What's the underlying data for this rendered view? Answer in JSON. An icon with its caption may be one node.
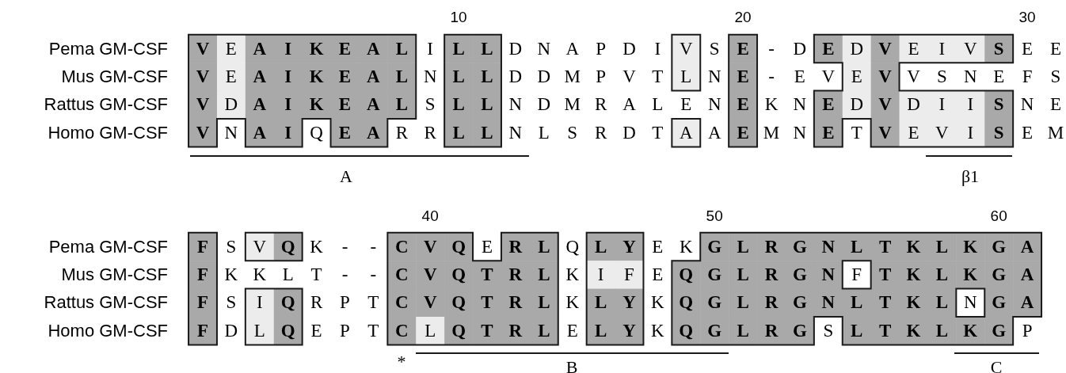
{
  "diagram": {
    "labels": [
      "10",
      "20",
      "30",
      "Pema GM-CSF",
      "V",
      "E",
      "A",
      "I",
      "K",
      "E",
      "A",
      "L",
      "I",
      "L",
      "L",
      "D",
      "N",
      "A",
      "P",
      "D",
      "I",
      "V",
      "S",
      "E",
      "-",
      "D",
      "E",
      "D",
      "V",
      "E",
      "I",
      "V",
      "S",
      "E",
      "E",
      "Mus GM-CSF",
      "V",
      "E",
      "A",
      "I",
      "K",
      "E",
      "A",
      "L",
      "N",
      "L",
      "L",
      "D",
      "D",
      "M",
      "P",
      "V",
      "T",
      "L",
      "N",
      "E",
      "-",
      "E",
      "V",
      "E",
      "V",
      "V",
      "S",
      "N",
      "E",
      "F",
      "S",
      "Rattus GM-CSF",
      "V",
      "D",
      "A",
      "I",
      "K",
      "E",
      "A",
      "L",
      "S",
      "L",
      "L",
      "N",
      "D",
      "M",
      "R",
      "A",
      "L",
      "E",
      "N",
      "E",
      "K",
      "N",
      "E",
      "D",
      "V",
      "D",
      "I",
      "I",
      "S",
      "N",
      "E",
      "Homo GM-CSF",
      "V",
      "N",
      "A",
      "I",
      "Q",
      "E",
      "A",
      "R",
      "R",
      "L",
      "L",
      "N",
      "L",
      "S",
      "R",
      "D",
      "T",
      "A",
      "A",
      "E",
      "M",
      "N",
      "E",
      "T",
      "V",
      "E",
      "V",
      "I",
      "S",
      "E",
      "M",
      "A",
      "β1",
      "40",
      "50",
      "60",
      "Pema GM-CSF",
      "F",
      "S",
      "V",
      "Q",
      "K",
      "-",
      "-",
      "C",
      "V",
      "Q",
      "E",
      "R",
      "L",
      "Q",
      "L",
      "Y",
      "E",
      "K",
      "G",
      "L",
      "R",
      "G",
      "N",
      "L",
      "T",
      "K",
      "L",
      "K",
      "G",
      "A",
      "Mus GM-CSF",
      "F",
      "K",
      "K",
      "L",
      "T",
      "-",
      "-",
      "C",
      "V",
      "Q",
      "T",
      "R",
      "L",
      "K",
      "I",
      "F",
      "E",
      "Q",
      "G",
      "L",
      "R",
      "G",
      "N",
      "F",
      "T",
      "K",
      "L",
      "K",
      "G",
      "A",
      "Rattus GM-CSF",
      "F",
      "S",
      "I",
      "Q",
      "R",
      "P",
      "T",
      "C",
      "V",
      "Q",
      "T",
      "R",
      "L",
      "K",
      "L",
      "Y",
      "K",
      "Q",
      "G",
      "L",
      "R",
      "G",
      "N",
      "L",
      "T",
      "K",
      "L",
      "N",
      "G",
      "A",
      "Homo GM-CSF",
      "F",
      "D",
      "L",
      "Q",
      "E",
      "P",
      "T",
      "C",
      "L",
      "Q",
      "T",
      "R",
      "L",
      "E",
      "L",
      "Y",
      "K",
      "Q",
      "G",
      "L",
      "R",
      "G",
      "S",
      "L",
      "T",
      "K",
      "L",
      "K",
      "G",
      "P",
      "*",
      "B",
      "C"
    ]
  }
}
